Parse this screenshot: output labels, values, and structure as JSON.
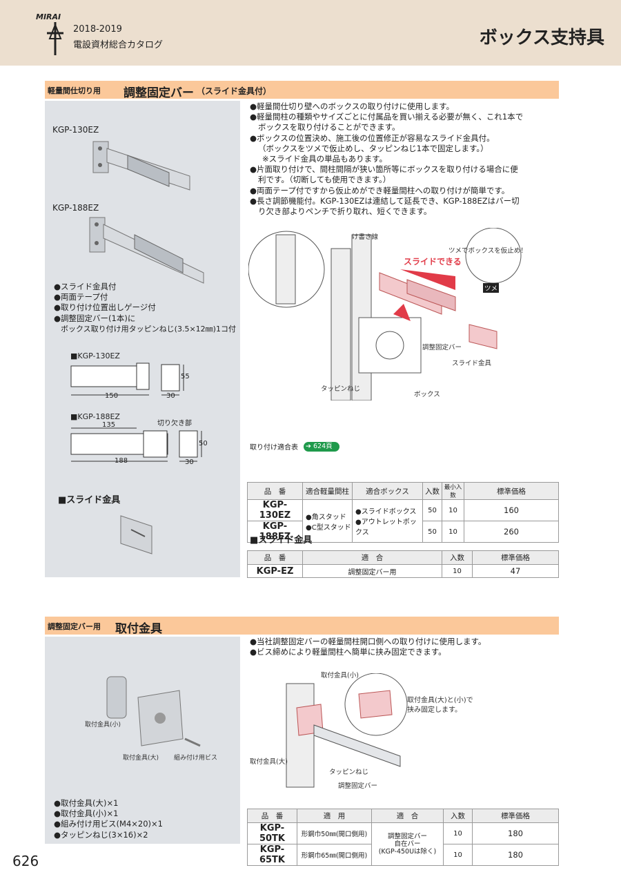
{
  "header": {
    "logo": "MIRAI",
    "year": "2018-2019",
    "catalog": "電設資材総合カタログ",
    "title": "ボックス支持具"
  },
  "section1": {
    "band_small": "軽量間仕切り用",
    "band_big": "調整固定バー",
    "band_sub": "（スライド金具付）",
    "models": [
      "KGP-130EZ",
      "KGP-188EZ"
    ],
    "features": [
      "●スライド金具付",
      "●両面テープ付",
      "●取り付け位置出しゲージ付",
      "●調整固定バー(1本)に",
      "ボックス取り付け用タッピンねじ(3.5×12㎜)1コ付"
    ],
    "description": [
      "●軽量間仕切り壁へのボックスの取り付けに使用します。",
      "●軽量間柱の種類やサイズごとに付属品を買い揃える必要が無く、これ1本で",
      "ボックスを取り付けることができます。",
      "●ボックスの位置決め、施工後の位置修正が容易なスライド金具付。",
      "（ボックスをツメで仮止めし、タッピンねじ1本で固定します。）",
      "※スライド金具の単品もあります。",
      "●片面取り付けで、間柱間隔が狭い箇所等にボックスを取り付ける場合に便",
      "利です。（切断しても使用できます。）",
      "●両面テープ付ですから仮止めができ軽量間柱への取り付けが簡単です。",
      "●長さ調節機能付。KGP-130EZは連結して延長でき、KGP-188EZはバー切",
      "り欠き部よりペンチで折り取れ、短くできます。"
    ],
    "diagram_labels": {
      "kegaki": "け書き線",
      "slide": "スライドできる",
      "tsume_note": "ツメでボックスを仮止め！",
      "tsume": "ツメ",
      "bar": "調整固定バー",
      "slide_fitting": "スライド金具",
      "screw": "タッピンねじ",
      "box": "ボックス"
    },
    "drawing": {
      "title130": "■KGP-130EZ",
      "title188": "■KGP-188EZ",
      "d150": "150",
      "d30a": "30",
      "d55": "55",
      "d135": "135",
      "d188": "188",
      "d30b": "30",
      "d50": "50",
      "notch": "切り欠き部"
    },
    "ref_label": "取り付け適合表",
    "ref_page": "624頁",
    "table": {
      "headers": [
        "品　番",
        "適合軽量間柱",
        "適合ボックス",
        "入数",
        "最小入数",
        "標準価格"
      ],
      "rows": [
        {
          "code": "KGP-130EZ",
          "qty": "50",
          "min": "10",
          "price": "160"
        },
        {
          "code": "KGP-188EZ",
          "qty": "50",
          "min": "10",
          "price": "260"
        }
      ],
      "studs": [
        "●角スタッド",
        "●C型スタッド"
      ],
      "boxes": [
        "●スライドボックス",
        "●アウトレットボックス"
      ]
    },
    "slide_title": "■スライド金具",
    "slide_table": {
      "headers": [
        "品　番",
        "適　合",
        "入数",
        "標準価格"
      ],
      "row": {
        "code": "KGP-EZ",
        "fit": "調整固定バー用",
        "qty": "10",
        "price": "47"
      }
    }
  },
  "section2": {
    "band_small": "調整固定バー用",
    "band_big": "取付金具",
    "description": [
      "●当社調整固定バーの軽量間柱開口側への取り付けに使用します。",
      "●ビス締めにより軽量間柱へ簡単に挟み固定できます。"
    ],
    "photo_labels": {
      "small": "取付金具(小)",
      "large": "取付金具(大)",
      "screw": "組み付け用ビス"
    },
    "diagram_labels": {
      "small": "取付金具(小)",
      "note1": "取付金具(大)と(小)で",
      "note2": "挟み固定します。",
      "large": "取付金具(大)",
      "screw": "タッピンねじ",
      "bar": "調整固定バー"
    },
    "contents": [
      "●取付金具(大)×1",
      "●取付金具(小)×1",
      "●組み付け用ビス(M4×20)×1",
      "●タッピンねじ(3×16)×2"
    ],
    "table": {
      "headers": [
        "品　番",
        "適　用",
        "適　合",
        "入数",
        "標準価格"
      ],
      "rows": [
        {
          "code": "KGP-50TK",
          "use": "形鋼巾50㎜(開口側用)",
          "qty": "10",
          "price": "180"
        },
        {
          "code": "KGP-65TK",
          "use": "形鋼巾65㎜(開口側用)",
          "qty": "10",
          "price": "180"
        }
      ],
      "fit": [
        "調整固定バー",
        "自在バー",
        "(KGP-450Uは除く)"
      ]
    }
  },
  "page_number": "626"
}
